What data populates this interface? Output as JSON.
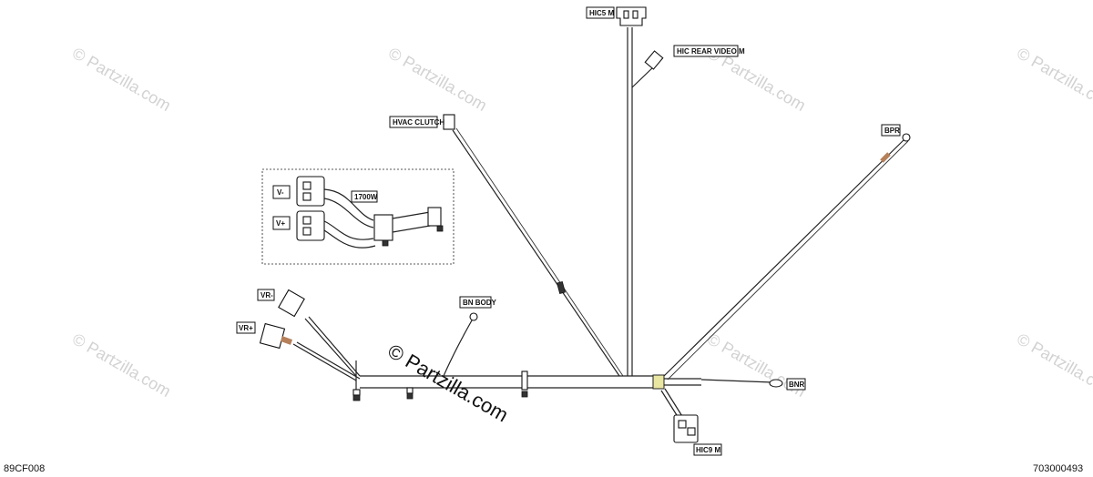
{
  "watermark_text": "© Partzilla.com",
  "brand_watermark": "© Partzilla.com",
  "left_code": "89CF008",
  "right_code": "703000493",
  "labels": {
    "hic5m": "HIC5 M",
    "hic_rear_video": "HIC REAR VIDEO M",
    "hvac_clutch": "HVAC CLUTCH",
    "bpr": "BPR",
    "v_minus": "V-",
    "v_plus": "V+",
    "w1700": "1700W",
    "vr_minus": "VR-",
    "vr_plus": "VR+",
    "bn_body": "BN BODY",
    "bnr": "BNR",
    "hic9m": "HIC9 M"
  }
}
